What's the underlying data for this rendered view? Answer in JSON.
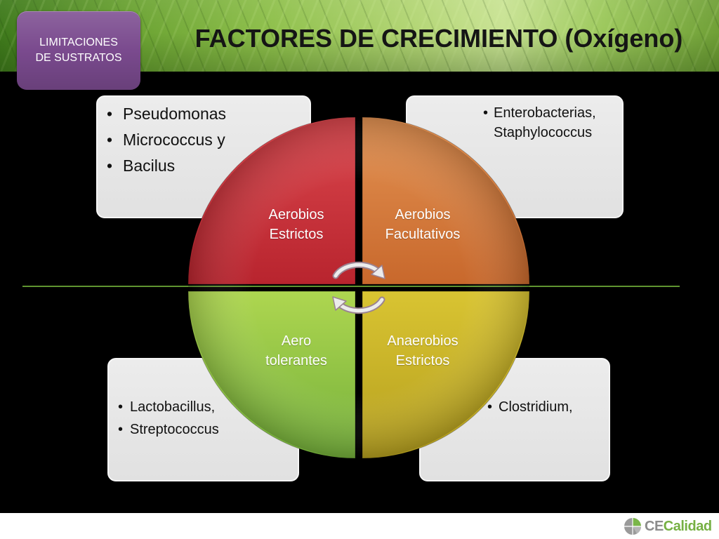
{
  "header": {
    "badge": {
      "lines": [
        "LIMITACIONES",
        "DE SUSTRATOS"
      ],
      "color": "#7a4a8e"
    },
    "title": "FACTORES DE CRECIMIENTO (Oxígeno)"
  },
  "diagram": {
    "quadrants": [
      {
        "label": [
          "Aerobios",
          "Estrictos"
        ],
        "colors": {
          "light": "#db474d",
          "dark": "#b8242e"
        }
      },
      {
        "label": [
          "Aerobios",
          "Facultativos"
        ],
        "colors": {
          "light": "#e39252",
          "dark": "#c8682c"
        }
      },
      {
        "label": [
          "Aero",
          "tolerantes"
        ],
        "colors": {
          "light": "#aed650",
          "dark": "#74b03a"
        }
      },
      {
        "label": [
          "Anaerobios",
          "Estrictos"
        ],
        "colors": {
          "light": "#d9c432",
          "dark": "#b59f1e"
        }
      }
    ],
    "center_icon": "cycle-arrows-icon",
    "examples": {
      "top_left": [
        "Pseudomonas",
        "Micrococcus y",
        "Bacilus"
      ],
      "top_right": [
        "Enterobacterias, Staphylococcus"
      ],
      "bottom_left": [
        "Lactobacillus,",
        "Streptococcus"
      ],
      "bottom_right": [
        "Clostridium,"
      ]
    },
    "divider_color": "#5f9430"
  },
  "footer": {
    "logo": {
      "icon": "cecalidad-logo-icon",
      "prefix": "CE",
      "suffix": "Calidad"
    }
  }
}
